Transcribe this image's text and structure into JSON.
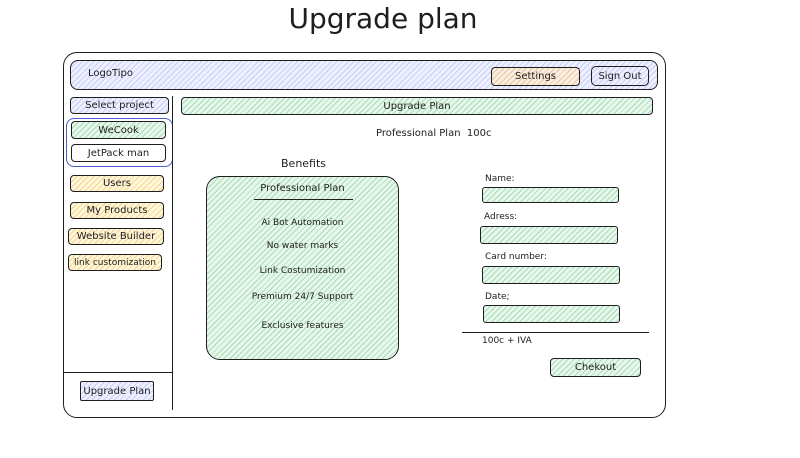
{
  "page_title": "Upgrade plan",
  "header": {
    "logo": "LogoTipo",
    "settings_label": "Settings",
    "signout_label": "Sign Out"
  },
  "sidebar": {
    "select_project_label": "Select project",
    "projects": [
      "WeCook",
      "JetPack man"
    ],
    "nav": [
      "Users",
      "My Products",
      "Website Builder",
      "link customization"
    ],
    "upgrade_label": "Upgrade Plan"
  },
  "main": {
    "banner_title": "Upgrade Plan",
    "plan_summary": "Professional Plan  100c",
    "benefits": {
      "heading": "Benefits",
      "plan_name": "Professional Plan",
      "items": [
        "Ai Bot Automation",
        "No water marks",
        "Link Costumization",
        "Premium 24/7 Support",
        "Exclusive features"
      ]
    },
    "form": {
      "name_label": "Name:",
      "address_label": "Adress:",
      "card_label": "Card number:",
      "date_label": "Date;",
      "total": "100c + IVA",
      "checkout_label": "Chekout"
    }
  },
  "colors": {
    "blue": "#a5b0f3",
    "green": "#b2e3c2",
    "yellow": "#fbe5a8",
    "tan": "#f1d3b3",
    "stroke": "#1e1e1e"
  }
}
